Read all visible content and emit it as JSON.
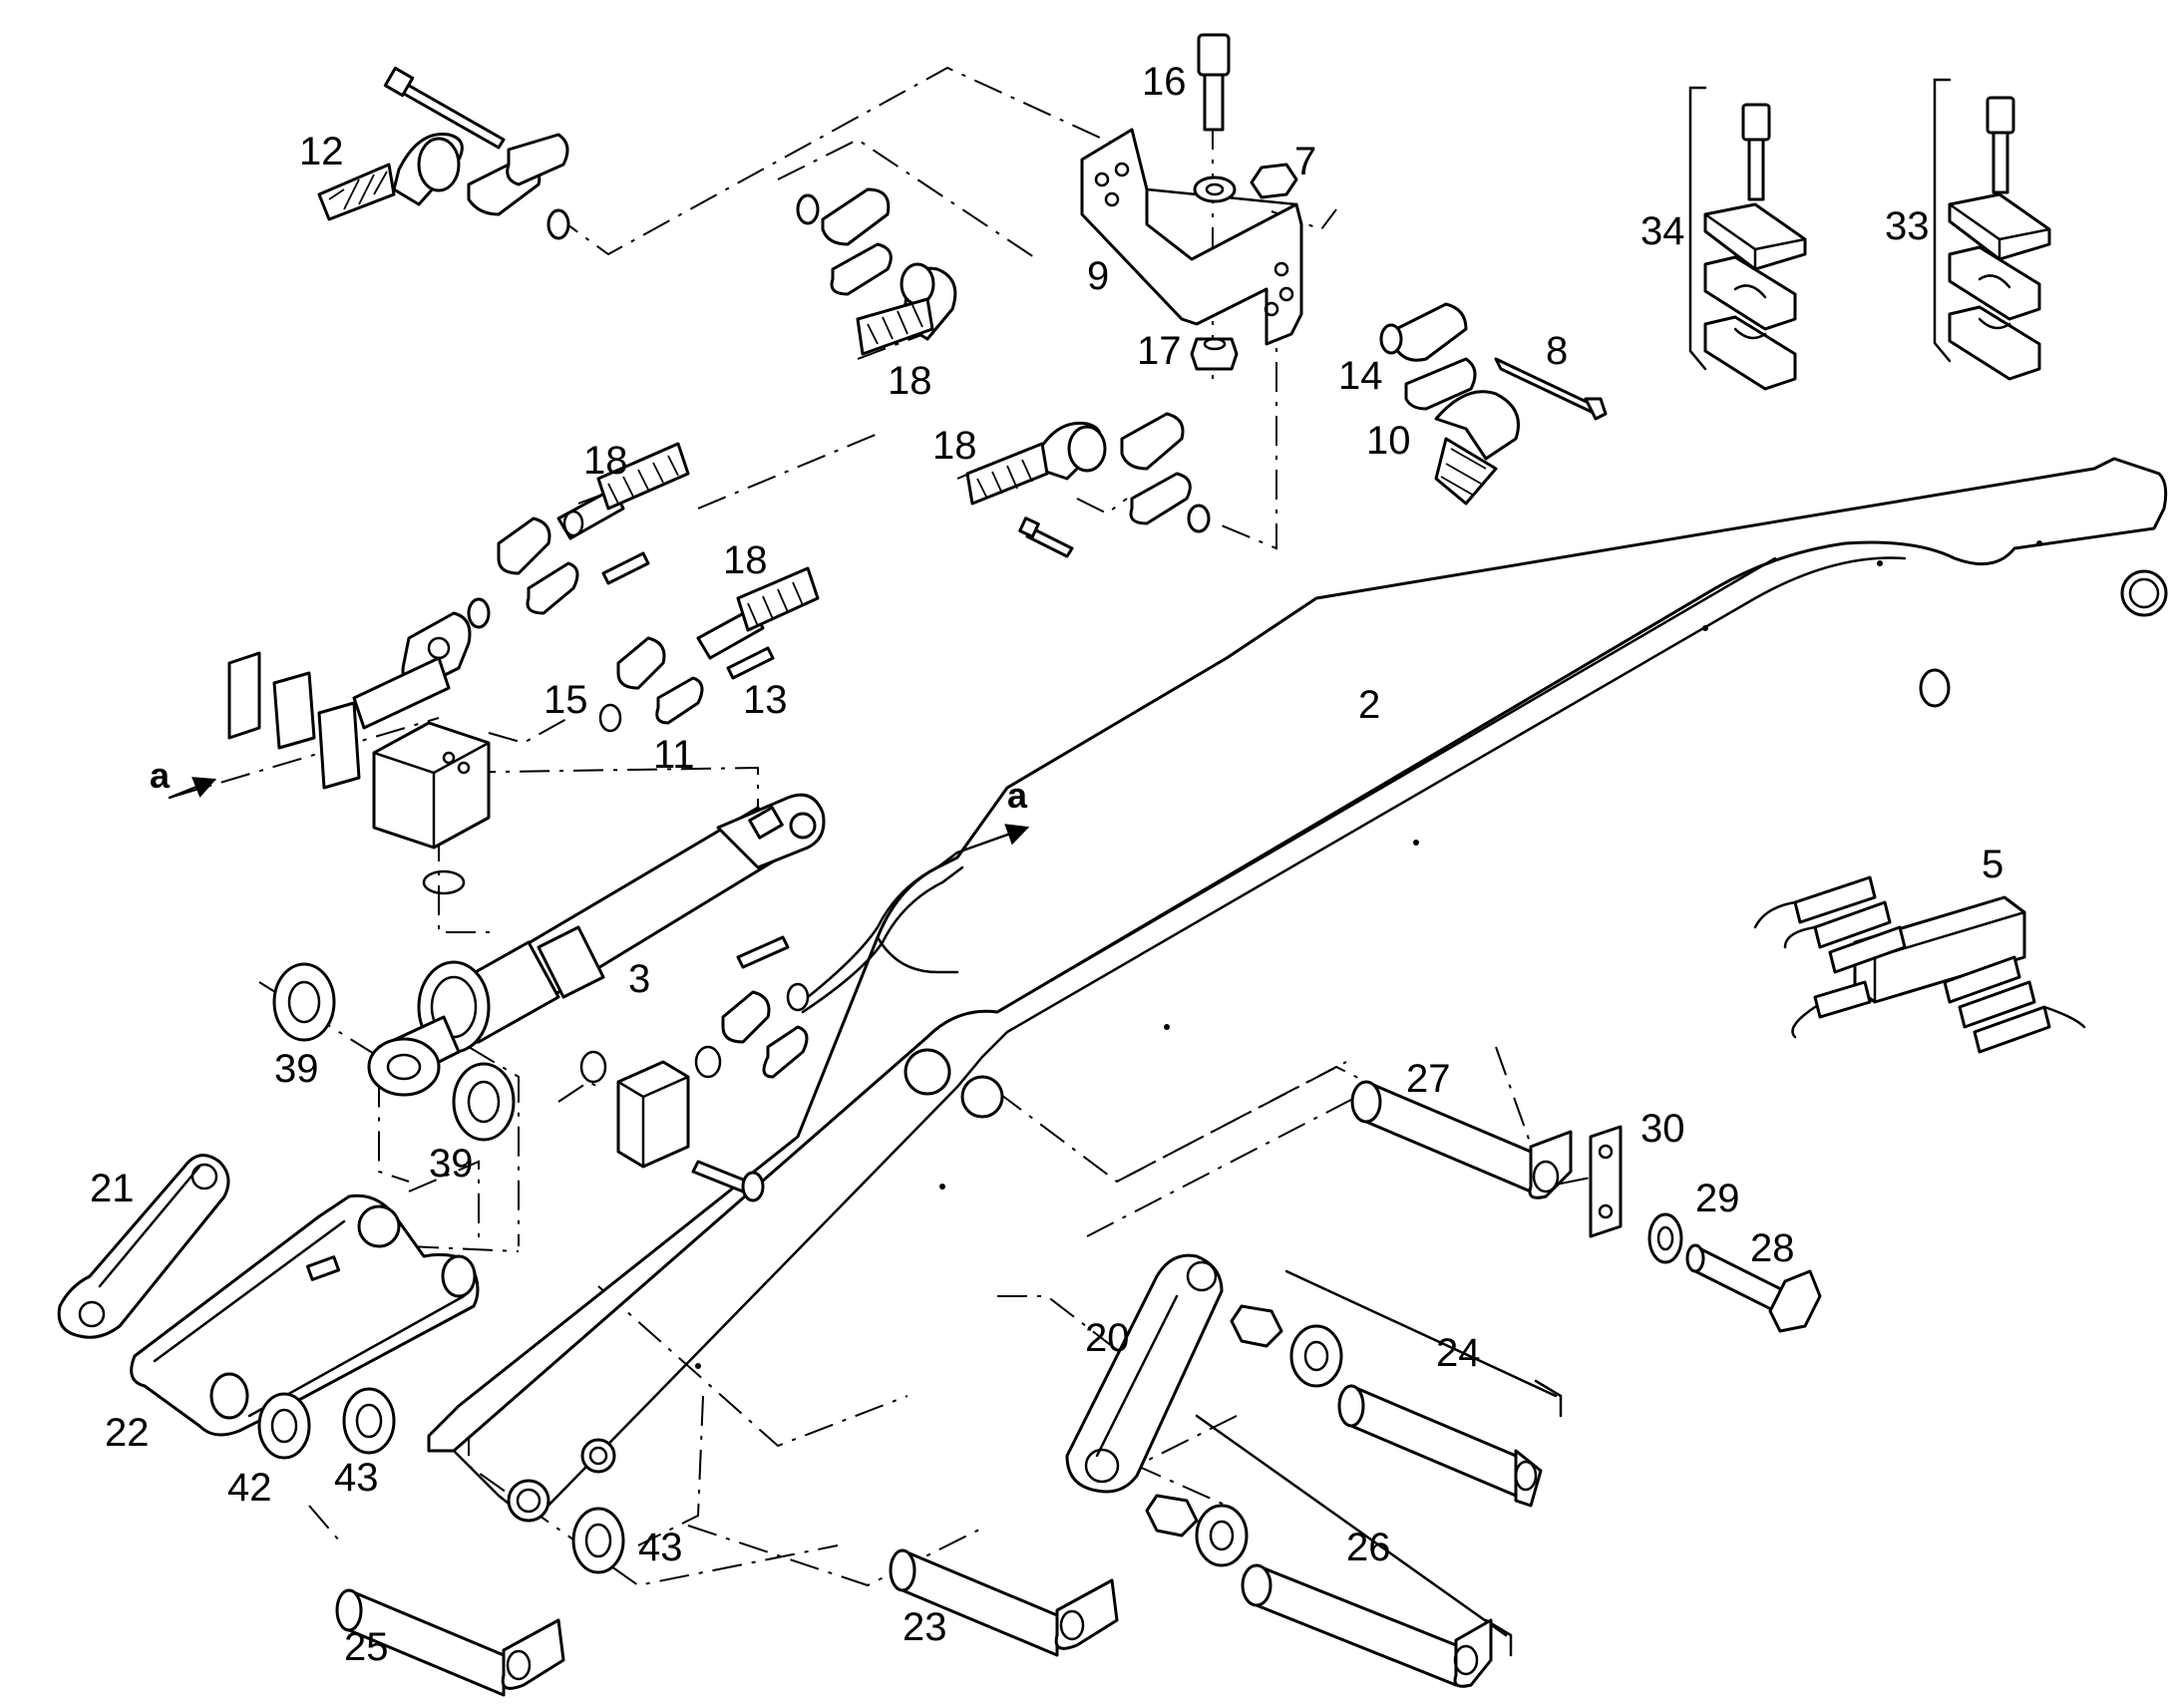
{
  "labels": {
    "p2": "2",
    "p3": "3",
    "p5": "5",
    "p7": "7",
    "p8": "8",
    "p9": "9",
    "p10": "10",
    "p11": "11",
    "p12": "12",
    "p13": "13",
    "p14": "14",
    "p15": "15",
    "p16": "16",
    "p17": "17",
    "p18a": "18",
    "p18b": "18",
    "p18c": "18",
    "p18d": "18",
    "p20": "20",
    "p21": "21",
    "p22": "22",
    "p23": "23",
    "p24": "24",
    "p25": "25",
    "p26": "26",
    "p27": "27",
    "p28": "28",
    "p29": "29",
    "p30": "30",
    "p33": "33",
    "p34": "34",
    "p39a": "39",
    "p39b": "39",
    "p42": "42",
    "p43a": "43",
    "p43b": "43"
  },
  "flow_markers": {
    "a_left": "a",
    "a_right": "a"
  },
  "colors": {
    "ink": "#000000",
    "paper": "#ffffff"
  }
}
